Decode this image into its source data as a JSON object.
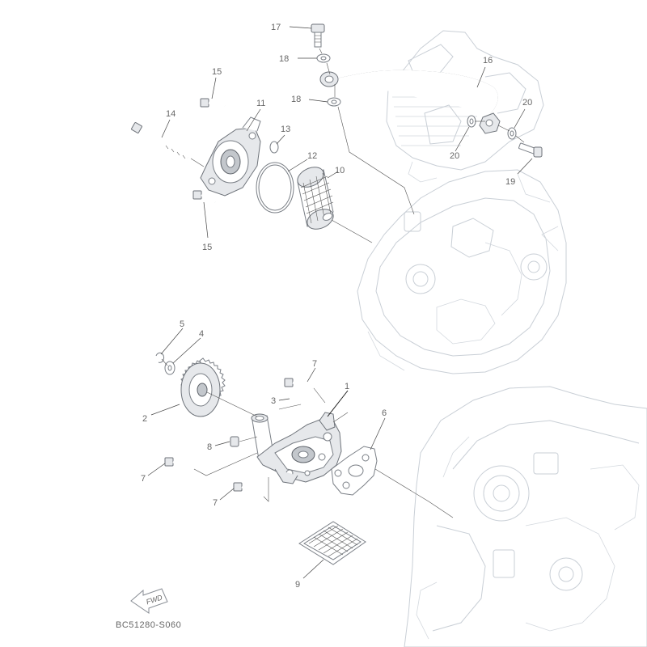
{
  "diagram": {
    "code": "BC51280-S060",
    "fwd_label": "FWD"
  },
  "callouts": {
    "c1": "1",
    "c2": "2",
    "c3": "3",
    "c4": "4",
    "c5": "5",
    "c6": "6",
    "c7a": "7",
    "c7b": "7",
    "c7c": "7",
    "c8": "8",
    "c9": "9",
    "c10": "10",
    "c11": "11",
    "c12": "12",
    "c13": "13",
    "c14": "14",
    "c15a": "15",
    "c15b": "15",
    "c16": "16",
    "c17": "17",
    "c18a": "18",
    "c18b": "18",
    "c19": "19",
    "c20a": "20",
    "c20b": "20"
  },
  "colors": {
    "line_ghost": "#c9cfd6",
    "line_part": "#7a7f86",
    "text": "#666666"
  }
}
